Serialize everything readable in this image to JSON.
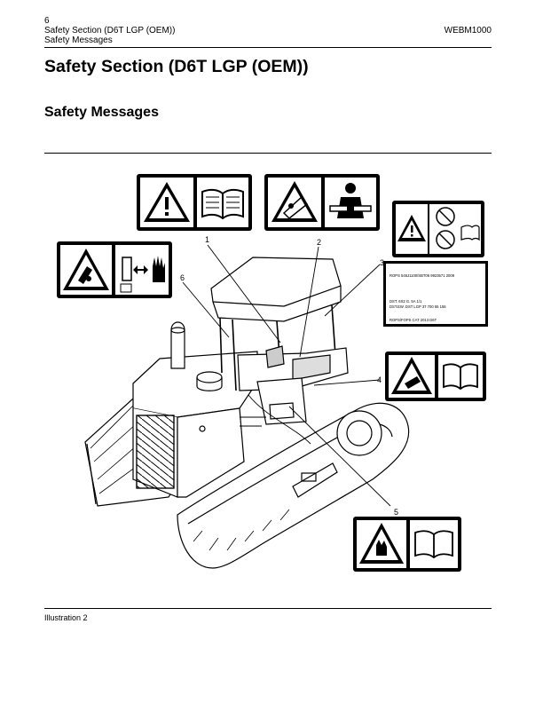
{
  "header": {
    "page_number": "6",
    "section": "Safety Section (D6T LGP (OEM))",
    "subsection": "Safety Messages",
    "doc_id": "WEBM1000"
  },
  "title": "Safety Section (D6T LGP (OEM))",
  "subtitle": "Safety Messages",
  "callouts": [
    "1",
    "2",
    "3",
    "4",
    "5",
    "6"
  ],
  "decal3_text": {
    "line1": "ROPS   546J1100/SBT06 9923571 2009",
    "line2": "DST. 6X2 G.          5A         1/1",
    "line3": "DST.EW. DST LGP     37 700    55 156",
    "footer": "   ROPS/FOPS  CAT   2013   D6T"
  },
  "caption": "Illustration  2"
}
